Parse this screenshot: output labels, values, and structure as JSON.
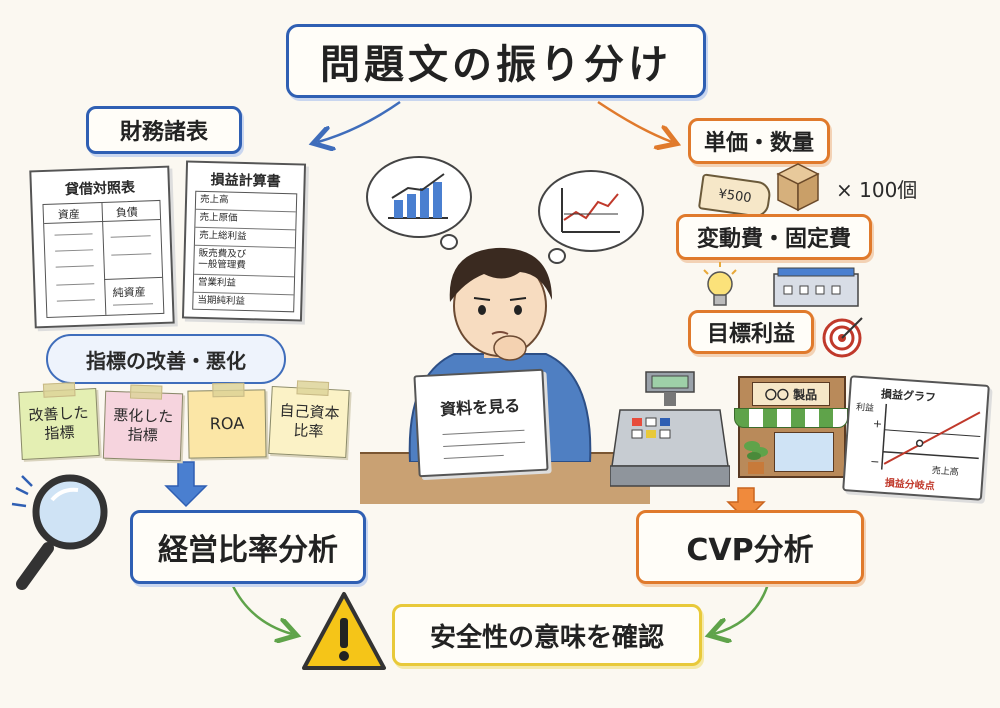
{
  "title": "問題文の振り分け",
  "left": {
    "heading": "財務諸表",
    "balance_sheet": {
      "title": "貸借対照表",
      "assets": "資産",
      "liabilities": "負債",
      "net_assets": "純資産"
    },
    "income_statement": {
      "title": "損益計算書",
      "rows": [
        "売上高",
        "売上原価",
        "売上総利益",
        "販売費及び\n一般管理費",
        "営業利益",
        "当期純利益"
      ]
    },
    "indicators_heading": "指標の改善・悪化",
    "sticky_notes": [
      "改善した\n指標",
      "悪化した\n指標",
      "ROA",
      "自己資本\n比率"
    ],
    "result": "経営比率分析"
  },
  "center": {
    "paper_text": "資料を見る"
  },
  "right": {
    "unit_price_heading": "単価・数量",
    "price_tag": "¥500",
    "quantity": "× 100個",
    "cost_heading": "変動費・固定費",
    "target_heading": "目標利益",
    "shop_sign": "〇〇 製品",
    "graph": {
      "title": "損益グラフ",
      "ylabel": "利益",
      "plus": "+",
      "minus": "−",
      "xlabel": "売上高",
      "bep": "損益分岐点"
    },
    "result": "CVP分析"
  },
  "bottom": {
    "conclusion": "安全性の意味を確認"
  },
  "colors": {
    "blue": "#2f5fb3",
    "orange": "#e07a2c",
    "yellow": "#e8c93a",
    "green": "#5fa34a",
    "red": "#c0392b"
  }
}
